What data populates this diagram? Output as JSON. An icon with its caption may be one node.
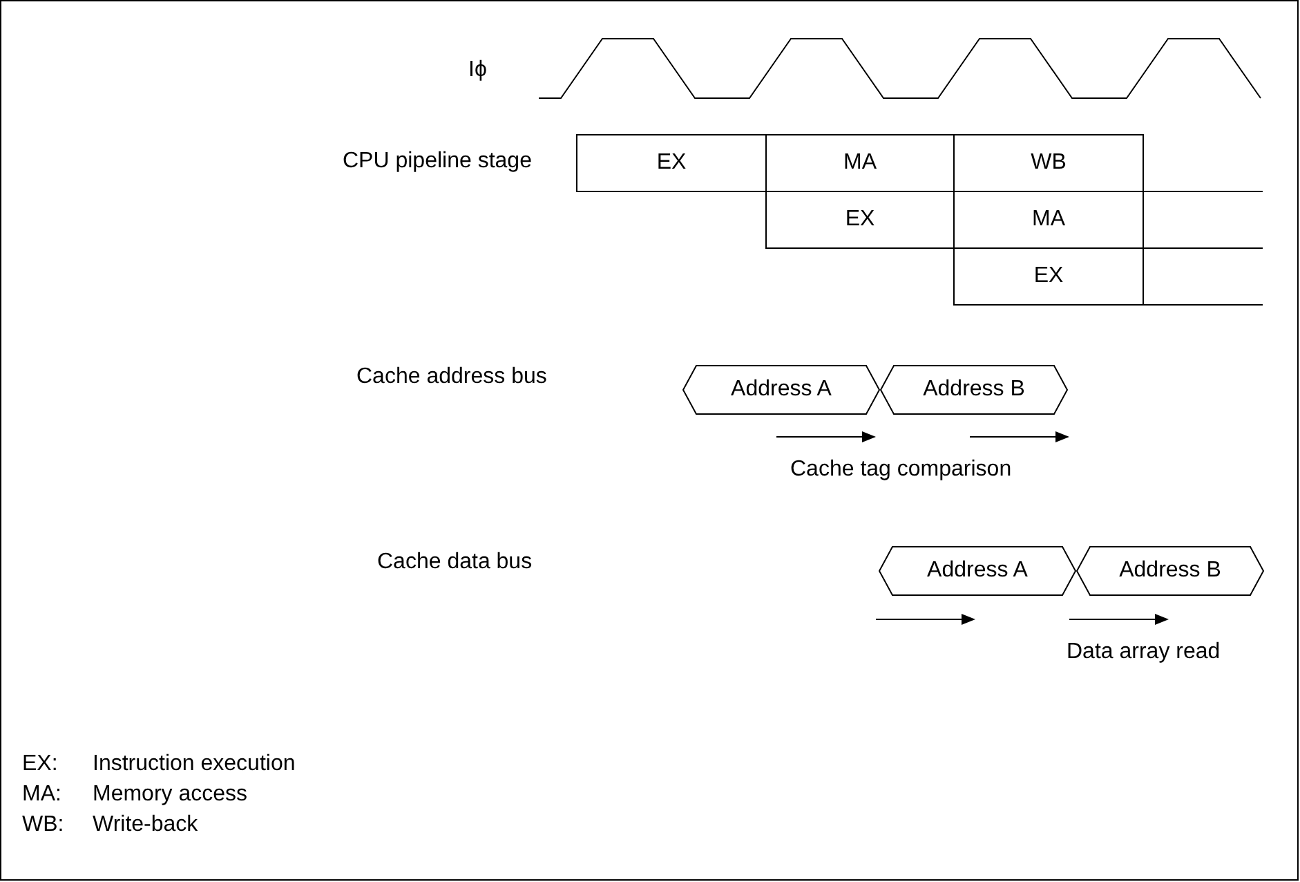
{
  "diagram": {
    "nodes": [
      {
        "text": [
          "EX"
        ]
      },
      {
        "text": [
          "MA"
        ]
      },
      {
        "text": [
          "WB"
        ]
      },
      {
        "text": [
          "EX"
        ]
      },
      {
        "text": [
          "MA"
        ]
      },
      {
        "text": [
          "EX"
        ]
      },
      {
        "text": [
          "Address A"
        ]
      },
      {
        "text": [
          "Address B"
        ]
      },
      {
        "text": [
          "Address A"
        ]
      },
      {
        "text": [
          "Address B"
        ]
      }
    ],
    "labels": [
      "Iϕ",
      "CPU pipeline stage",
      "Cache address bus",
      "Cache tag comparison",
      "Cache data bus",
      "Data array read",
      "EX:",
      "Instruction execution",
      "MA:",
      "Memory access",
      "WB:",
      "Write-back"
    ]
  }
}
